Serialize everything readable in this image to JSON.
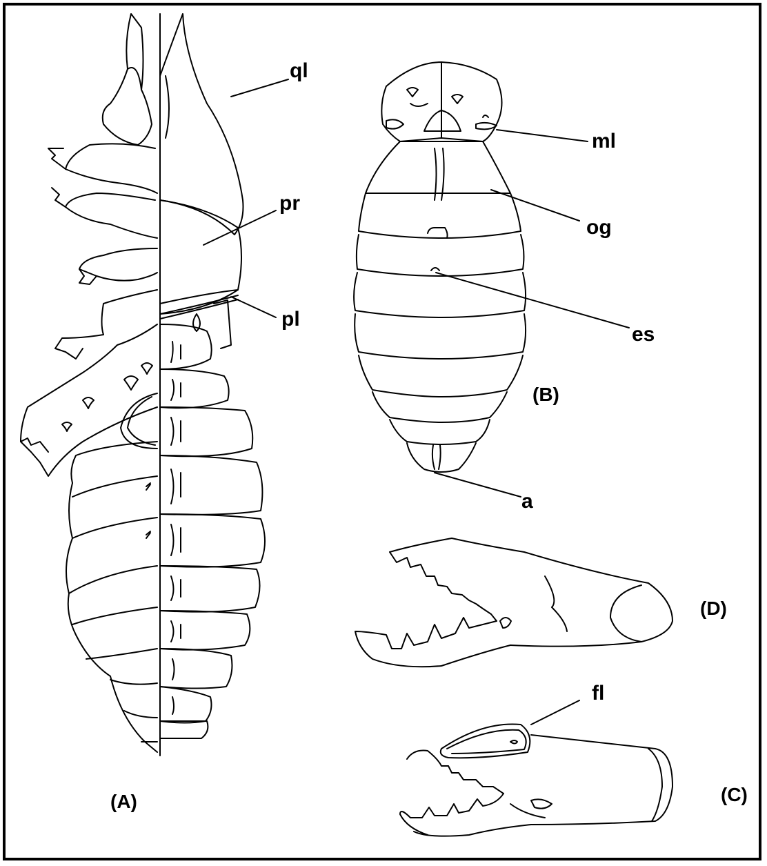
{
  "colors": {
    "ink": "#000000",
    "paper": "#ffffff"
  },
  "labels": {
    "ql": "ql",
    "pr": "pr",
    "pl": "pl",
    "ml": "ml",
    "og": "og",
    "es": "es",
    "a": "a",
    "fl": "fl"
  },
  "panels": {
    "A": "(A)",
    "B": "(B)",
    "C": "(C)",
    "D": "(D)"
  }
}
